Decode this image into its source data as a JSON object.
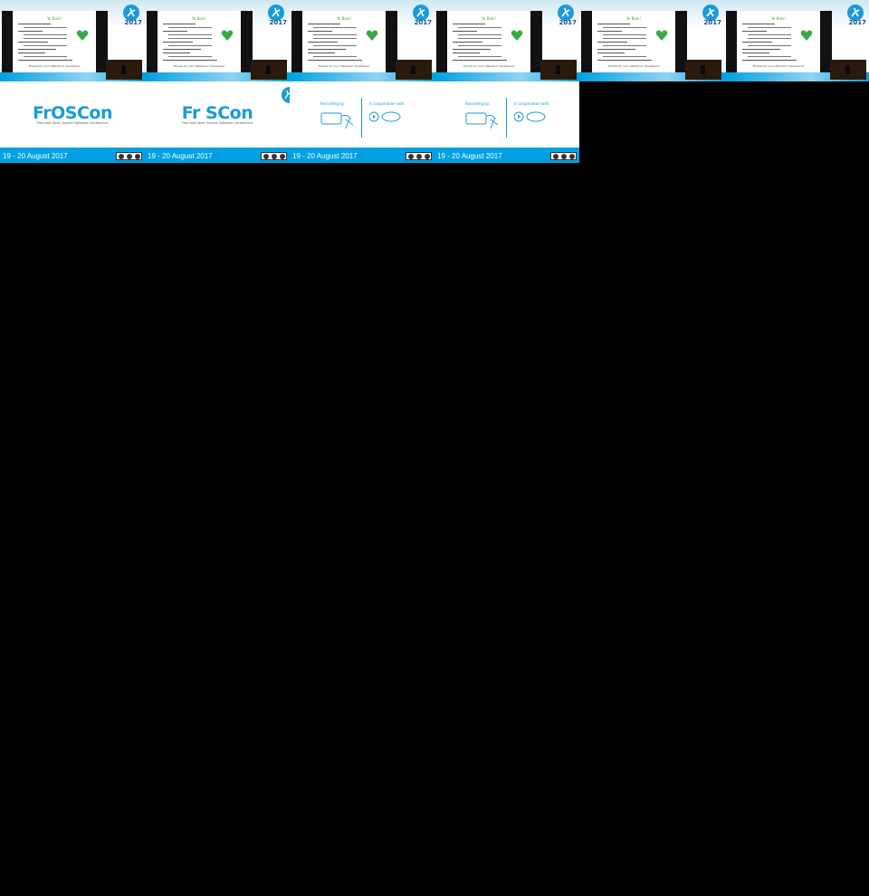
{
  "slides": [
    {
      "year": "2017",
      "title": "Yo Bain!",
      "footer": "Thanks for your Attention!  Questions?"
    },
    {
      "year": "2017",
      "title": "Yo Bain!",
      "footer": "Thanks for your Attention!  Questions?"
    },
    {
      "year": "2017",
      "title": "Yo Bain!",
      "footer": "Thanks for your Attention!  Questions?"
    },
    {
      "year": "2017",
      "title": "Yo Bain!",
      "footer": "Thanks for your Attention!  Questions?"
    },
    {
      "year": "2017",
      "title": "Yo Bain!",
      "footer": "Thanks for your Attention!  Questions?"
    },
    {
      "year": "2017",
      "title": "Yo Bain!",
      "footer": "Thanks for your Attention!  Questions?"
    }
  ],
  "title_frames": [
    {
      "date": "19 - 20  August 2017",
      "brand": "FrOSCon",
      "tagline": "Free and Open Source Software Conference"
    },
    {
      "date": "19 - 20  August 2017",
      "brand": "Fr  SCon",
      "tagline": "Free and Open Source Software Conference"
    }
  ],
  "sponsor_frames": [
    {
      "date": "19 - 20  August 2017",
      "left_label": "Recording by:",
      "right_label": "In cooperation with"
    },
    {
      "date": "19 - 20  August 2017",
      "left_label": "Recording by:",
      "right_label": "In cooperation with"
    }
  ],
  "colors": {
    "accent": "#00a0e3",
    "brand": "#1a9bd7",
    "slide_green": "#3aa845",
    "background": "#000000"
  }
}
